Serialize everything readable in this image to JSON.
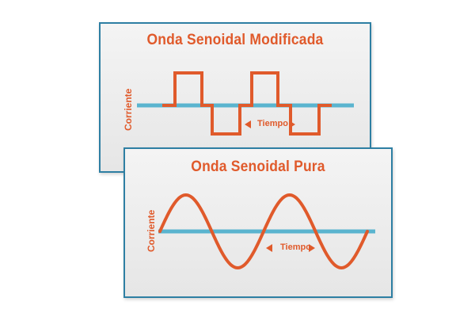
{
  "colors": {
    "wave": "#e05a2b",
    "axis": "#5ab4cf",
    "border": "#2e7fa3",
    "text": "#e05a2b"
  },
  "modified": {
    "title": "Onda Senoidal Modificada",
    "ylabel": "Corriente",
    "time_label": "Tiempo"
  },
  "pure": {
    "title": "Onda Senoidal Pura",
    "ylabel": "Corriente",
    "time_label": "Tiempo"
  }
}
